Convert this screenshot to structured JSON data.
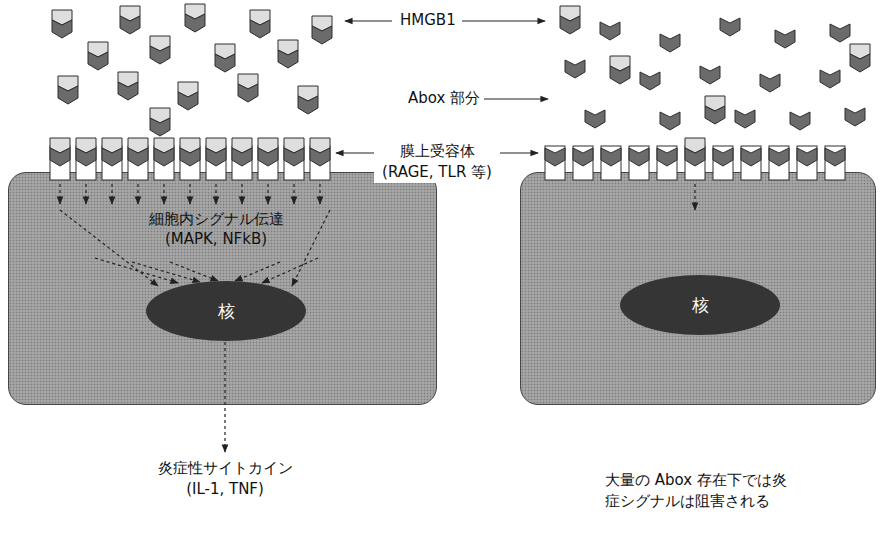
{
  "diagram": {
    "nodes": [
      {
        "text": [
          "細胞内シグナル伝達 (MAPK, NFkB)"
        ]
      },
      {
        "text": [
          "核"
        ],
        "in": 0
      },
      {
        "text": [
          "核"
        ]
      }
    ],
    "labels": [
      "HMGB1",
      "Abox 部分",
      "膜上受容体 (RAGE, TLR 等)",
      "炎症性サイトカイン (IL-1, TNF)",
      "大量の Abox 存在下では炎 症シグナルは阻害される"
    ]
  }
}
